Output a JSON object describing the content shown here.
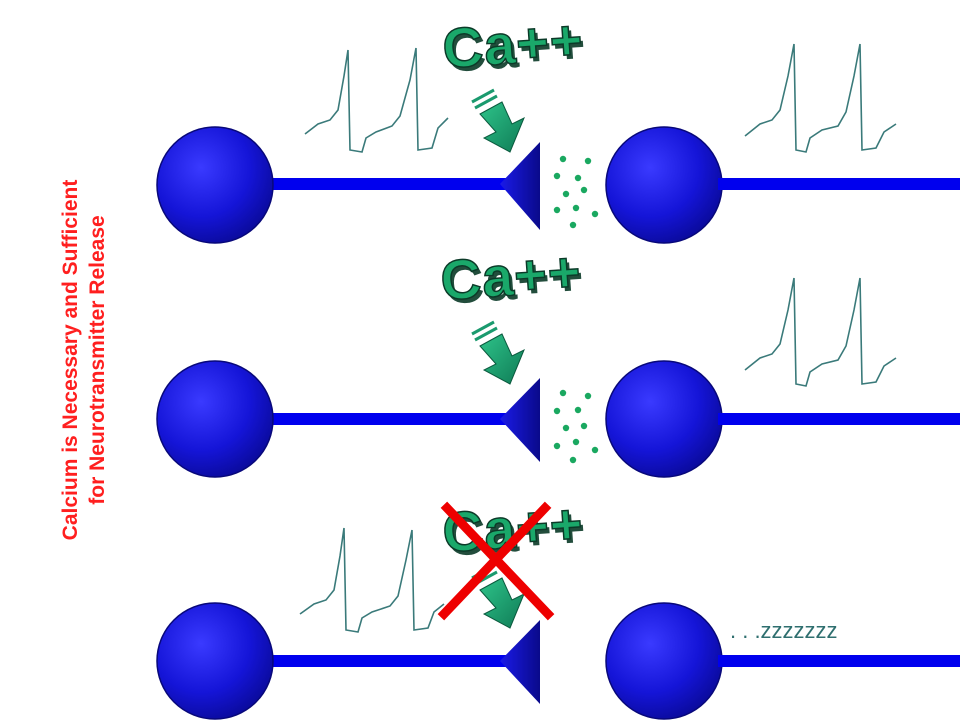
{
  "title": {
    "line1": "Calcium is Necessary and Sufficient",
    "line2": "for Neurotransmitter Release"
  },
  "rows": [
    {
      "ion_label": "Ca++",
      "blocked": false,
      "postsynaptic_note": ""
    },
    {
      "ion_label": "Ca++",
      "blocked": false,
      "postsynaptic_note": ""
    },
    {
      "ion_label": "Ca++",
      "blocked": true,
      "postsynaptic_note": ". . .zzzzzzz"
    }
  ],
  "colors": {
    "neuron_blue": "#1a1ad8",
    "axon_blue": "#0000ee",
    "ion_green": "#1aa86a",
    "arrow_green": "#1a9a6e",
    "neurotransmitter_green": "#1aa860",
    "block_red": "#ee0000",
    "title_red": "#ff1f1f",
    "trace_teal": "#3a7a7a"
  },
  "icons": {
    "arrow": "down-right-arrow-icon",
    "block": "red-x-icon"
  }
}
